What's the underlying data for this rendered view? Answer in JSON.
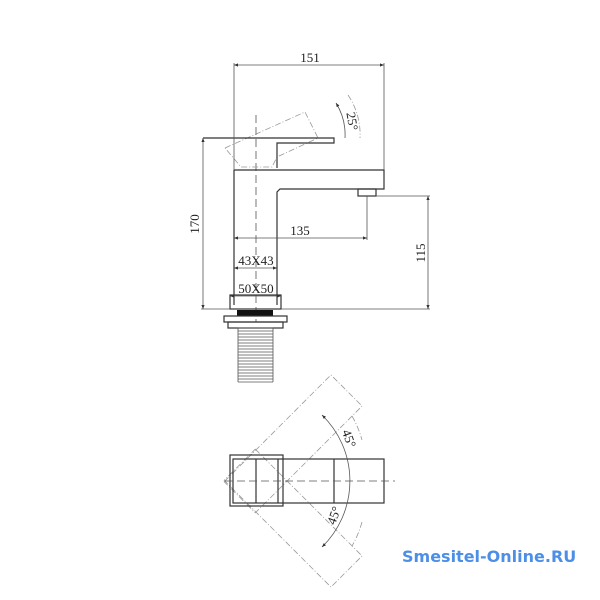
{
  "dimensions": {
    "overall_length": "151",
    "handle_angle": "25°",
    "overall_height": "170",
    "spout_reach": "135",
    "spout_height": "115",
    "stem_section": "43X43",
    "base_section": "50X50",
    "rotation_left": "45°",
    "rotation_right": "45°"
  },
  "watermark": "Smesitel-Online.RU",
  "colors": {
    "watermark": "#4d8fe6",
    "lines": "#333333"
  }
}
